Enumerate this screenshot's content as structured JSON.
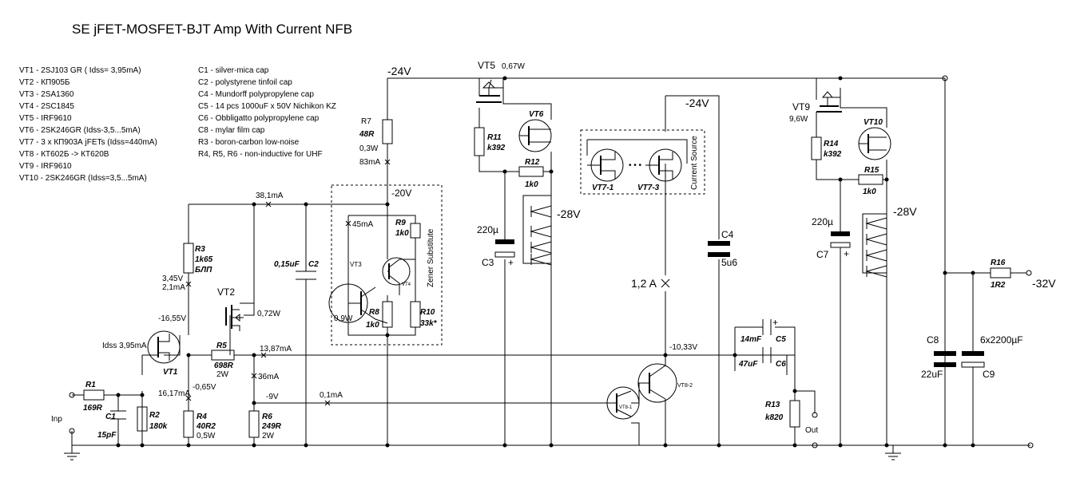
{
  "title": "SE  jFET-MOSFET-BJT  Amp  With Current NFB",
  "parts_list": [
    "VT1 - 2SJ103 GR ( Idss= 3,95mA)",
    "VT2 - КП905Б",
    "VT3 -  2SA1360",
    "VT4 -  2SC1845",
    "VT5 -   IRF9610",
    "VT6 -   2SK246GR (Idss-3,5...5mA)",
    "VT7 -   3 x КП903А jFETs (Idss=440mA)",
    "VT8 -  КТ602Б -> КТ620В",
    "VT9 -  IRF9610",
    "VT10 -   2SK246GR (Idss=3,5...5mA)"
  ],
  "cap_notes": [
    "C1 -   silver-mica cap",
    "C2 -   polystyrene tinfoil cap",
    "C4 -   Mundorff polypropylene cap",
    "C5 -    14 pcs 1000uF x 50V Nichikon KZ",
    "C6 -   Obbligatto polypropylene cap",
    "C8 -   mylar film cap",
    "R3 -   boron-carbon low-noise",
    "R4, R5, R6 -   non-inductive for UHF"
  ],
  "labels": {
    "v_m24_left": "-24V",
    "vt5": "VT5",
    "vt5_power": "0,67W",
    "r7": "R7",
    "r7_val": "48R",
    "r7_power": "0,3W",
    "r7_current": "83mA",
    "r11": "R11",
    "r11_val": "k392",
    "vt6": "VT6",
    "r12": "R12",
    "r12_val": "1k0",
    "i_381": "38,1mA",
    "v_m20": "-20V",
    "i_45": "45mA",
    "r9": "R9",
    "r9_val": "1k0",
    "zener_sub": "Zener Substitute",
    "vt3": "VT3",
    "vt4": "VT4",
    "r8": "R8",
    "r8_val": "1k0",
    "r8_power": "0,9W",
    "r10": "R10",
    "r10_val": "33k*",
    "c2": "C2",
    "c2_val": "0,15uF",
    "r3": "R3",
    "r3_val": "1k65",
    "r3_type": "БЛП",
    "v_345": "3,45V",
    "i_21": "2,1mA",
    "vt2": "VT2",
    "vt2_power": "0,72W",
    "v_1655": "-16,55V",
    "idss": "Idss 3,95mA",
    "vt1": "VT1",
    "r5": "R5",
    "r5_val": "698R",
    "r5_power": "2W",
    "i_1387": "13,87mA",
    "i_36": "36mA",
    "i_1617": "16,17mA",
    "v_065": "-0,65V",
    "r4": "R4",
    "r4_val": "40R2",
    "r4_power": "0,5W",
    "v_m9": "-9V",
    "i_01": "0,1mA",
    "r6": "R6",
    "r6_val": "249R",
    "r6_power": "2W",
    "r1": "R1",
    "r1_val": "169R",
    "c1": "C1",
    "c1_val": "15pF",
    "r2": "R2",
    "r2_val": "180k",
    "inp": "Inp",
    "c3_val": "220µ",
    "c3": "C3",
    "v_m28_a": "-28V",
    "vt71": "VT7-1",
    "vt73": "VT7-3",
    "dots": "• • •",
    "current_source": "Current Source",
    "i_12": "1,2 A",
    "v_m24_right": "-24V",
    "c4": "C4",
    "c4_val": "5u6",
    "v_1033": "-10,33V",
    "vt81": "VT8-1",
    "vt82": "VT8-2",
    "c5_val": "14mF",
    "c5": "C5",
    "c6_val": "47uF",
    "c6": "C6",
    "plus": "+",
    "r13": "R13",
    "r13_val": "k820",
    "out": "Out",
    "vt9": "VT9",
    "vt9_power": "9,6W",
    "vt10": "VT10",
    "r14": "R14",
    "r14_val": "k392",
    "r15": "R15",
    "r15_val": "1k0",
    "c7_val": "220µ",
    "c7": "C7",
    "v_m28_b": "-28V",
    "r16": "R16",
    "r16_val": "1R2",
    "v_m32": "-32V",
    "c8": "C8",
    "c8_val": "22uF",
    "c9_val": "6x2200µF",
    "c9": "C9"
  }
}
